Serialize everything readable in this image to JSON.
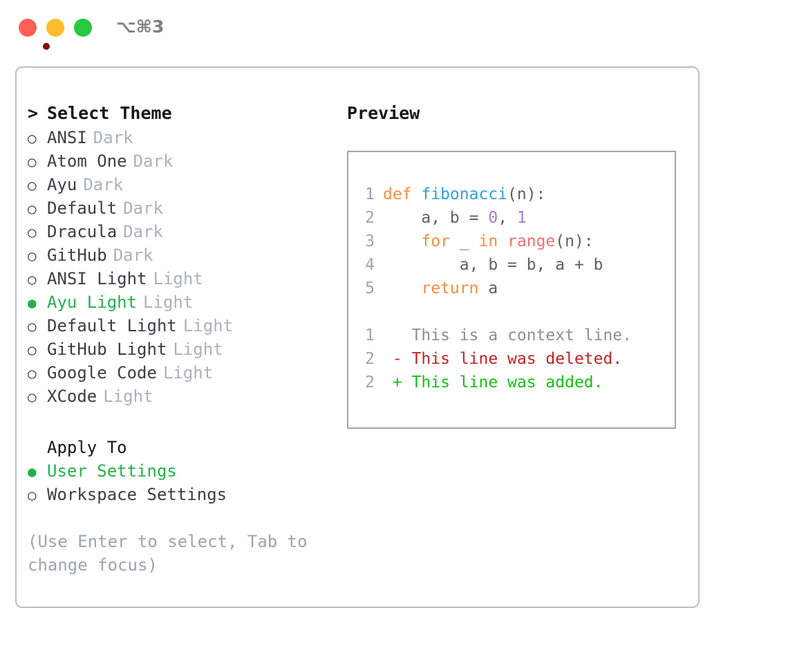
{
  "titlebar": {
    "shortcut": "⌥⌘3",
    "buttons": {
      "close": "close-button",
      "minimize": "minimize-button",
      "maximize": "maximize-button"
    },
    "colors": {
      "close": "#ff5f57",
      "minimize": "#ffbd2e",
      "maximize": "#28c840",
      "close_dot": "#7a0f0b"
    }
  },
  "theme_list": {
    "header_marker": ">",
    "header": "Select Theme",
    "items": [
      {
        "marker": "○",
        "name": "ANSI",
        "category": "Dark",
        "selected": false
      },
      {
        "marker": "○",
        "name": "Atom One",
        "category": "Dark",
        "selected": false
      },
      {
        "marker": "○",
        "name": "Ayu",
        "category": "Dark",
        "selected": false
      },
      {
        "marker": "○",
        "name": "Default",
        "category": "Dark",
        "selected": false
      },
      {
        "marker": "○",
        "name": "Dracula",
        "category": "Dark",
        "selected": false
      },
      {
        "marker": "○",
        "name": "GitHub",
        "category": "Dark",
        "selected": false
      },
      {
        "marker": "○",
        "name": "ANSI Light",
        "category": "Light",
        "selected": false
      },
      {
        "marker": "●",
        "name": "Ayu Light",
        "category": "Light",
        "selected": true
      },
      {
        "marker": "○",
        "name": "Default Light",
        "category": "Light",
        "selected": false
      },
      {
        "marker": "○",
        "name": "GitHub Light",
        "category": "Light",
        "selected": false
      },
      {
        "marker": "○",
        "name": "Google Code",
        "category": "Light",
        "selected": false
      },
      {
        "marker": "○",
        "name": "XCode",
        "category": "Light",
        "selected": false
      }
    ]
  },
  "apply_to": {
    "label": "Apply To",
    "items": [
      {
        "marker": "●",
        "name": "User Settings",
        "selected": true
      },
      {
        "marker": "○",
        "name": "Workspace Settings",
        "selected": false
      }
    ]
  },
  "hint": "(Use Enter to select, Tab to change focus)",
  "preview": {
    "title": "Preview",
    "code_lines": [
      {
        "no": "1",
        "tokens": [
          {
            "t": "def ",
            "c": "kw"
          },
          {
            "t": "fibonacci",
            "c": "fn"
          },
          {
            "t": "(n):",
            "c": "pun"
          }
        ]
      },
      {
        "no": "2",
        "tokens": [
          {
            "t": "    a, b = ",
            "c": "pun"
          },
          {
            "t": "0",
            "c": "num"
          },
          {
            "t": ", ",
            "c": "pun"
          },
          {
            "t": "1",
            "c": "num"
          }
        ]
      },
      {
        "no": "3",
        "tokens": [
          {
            "t": "    ",
            "c": "pun"
          },
          {
            "t": "for",
            "c": "kw"
          },
          {
            "t": " _ ",
            "c": "pun"
          },
          {
            "t": "in",
            "c": "kw"
          },
          {
            "t": " ",
            "c": "pun"
          },
          {
            "t": "range",
            "c": "bif"
          },
          {
            "t": "(n):",
            "c": "pun"
          }
        ]
      },
      {
        "no": "4",
        "tokens": [
          {
            "t": "        a, b = b, a + b",
            "c": "pun"
          }
        ]
      },
      {
        "no": "5",
        "tokens": [
          {
            "t": "    ",
            "c": "pun"
          },
          {
            "t": "return",
            "c": "kw"
          },
          {
            "t": " a",
            "c": "pun"
          }
        ]
      }
    ],
    "diff_lines": [
      {
        "no": "1",
        "sign": " ",
        "text": "This is a context line.",
        "kind": "diff-ctx"
      },
      {
        "no": "2",
        "sign": "-",
        "text": "This line was deleted.",
        "kind": "diff-del"
      },
      {
        "no": "2",
        "sign": "+",
        "text": "This line was added.",
        "kind": "diff-add"
      }
    ],
    "colors": {
      "keyword": "#fa8d3e",
      "function": "#2f9fe0",
      "number": "#a37acc",
      "builtin": "#f07171",
      "text": "#5c6166",
      "line_number": "#9aa5b4",
      "diff_context": "#8a9099",
      "diff_deleted": "#c22424",
      "diff_added": "#14c014"
    }
  },
  "style": {
    "accent_green": "#22b24c",
    "muted": "#a9b2be",
    "border": "#b6c0cc",
    "preview_border": "#9aa5b4"
  }
}
